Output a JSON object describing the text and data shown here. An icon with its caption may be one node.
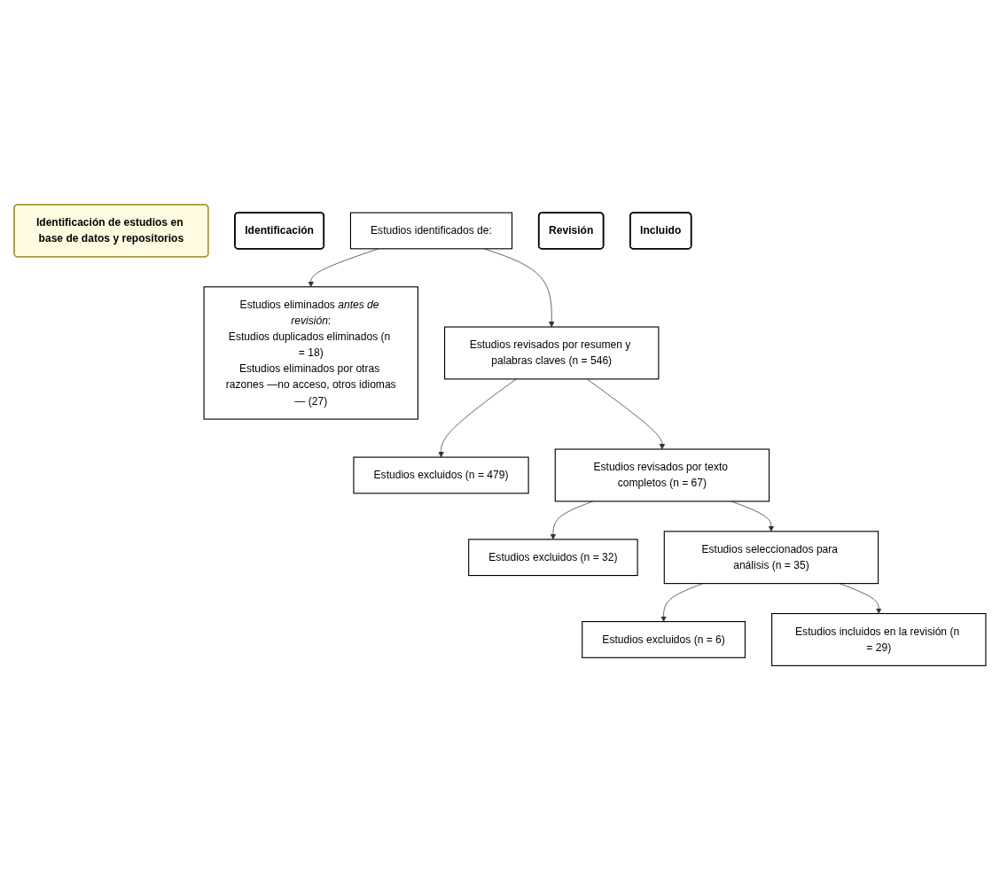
{
  "diagram": {
    "nodes": [
      {
        "text": [
          "Identificación de estudios en base de datos y repositorios"
        ]
      },
      {
        "text": [
          "Identificación"
        ]
      },
      {
        "text": [
          "Estudios identificados de:"
        ]
      },
      {
        "text": [
          "Estudios eliminados *antes de revisión*:",
          "Estudios duplicados eliminados (n = 18)",
          "Estudios eliminados por otras razones —no acceso, otros idiomas— (27)"
        ]
      },
      {
        "text": [
          "Revisión"
        ]
      },
      {
        "text": [
          "Estudios revisados por resumen y palabras claves (n = 546)"
        ]
      },
      {
        "text": [
          "Estudios excluidos (n = 479)"
        ]
      },
      {
        "text": [
          "Estudios revisados por texto completos (n = 67)"
        ]
      },
      {
        "text": [
          "Estudios excluidos (n = 32)"
        ]
      },
      {
        "text": [
          "Estudios seleccionados para análisis (n = 35)"
        ]
      },
      {
        "text": [
          "Estudios excluidos (n = 6)"
        ]
      },
      {
        "text": [
          "Incluido"
        ]
      },
      {
        "text": [
          "Estudios incluidos en la revisión (n = 29)"
        ]
      }
    ],
    "edges": [
      {
        "from": 2,
        "to": 3,
        "arrow": "to"
      },
      {
        "from": 2,
        "to": 5,
        "arrow": "to"
      },
      {
        "from": 5,
        "to": 6,
        "arrow": "to"
      },
      {
        "from": 5,
        "to": 7,
        "arrow": "to"
      },
      {
        "from": 7,
        "to": 8,
        "arrow": "to"
      },
      {
        "from": 7,
        "to": 9,
        "arrow": "to"
      },
      {
        "from": 9,
        "to": 10,
        "arrow": "to"
      },
      {
        "from": 9,
        "to": 12,
        "arrow": "to"
      }
    ]
  }
}
